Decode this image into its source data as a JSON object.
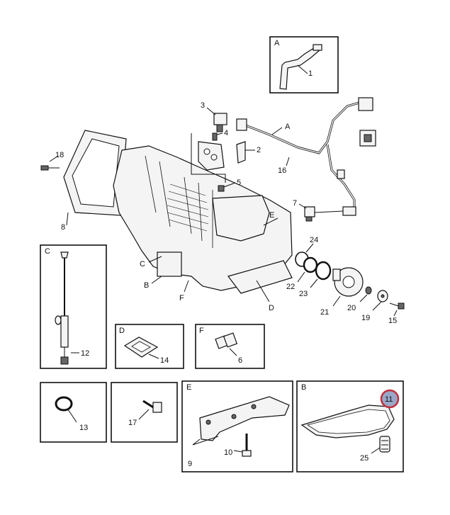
{
  "callouts": {
    "c1": "1",
    "c2": "2",
    "c3": "3",
    "c4": "4",
    "c5": "5",
    "c6": "6",
    "c7": "7",
    "c8": "8",
    "c9": "9",
    "c10": "10",
    "c11": "11",
    "c12": "12",
    "c13": "13",
    "c14": "14",
    "c15": "15",
    "c16": "16",
    "c17": "17",
    "c18": "18",
    "c19": "19",
    "c20": "20",
    "c21": "21",
    "c22": "22",
    "c23": "23",
    "c24": "24",
    "c25": "25"
  },
  "letters": {
    "A": "A",
    "B": "B",
    "C": "C",
    "D": "D",
    "E": "E",
    "F": "F"
  },
  "highlight": {
    "color": "#c0303c",
    "fill": "#9aa6c8"
  }
}
